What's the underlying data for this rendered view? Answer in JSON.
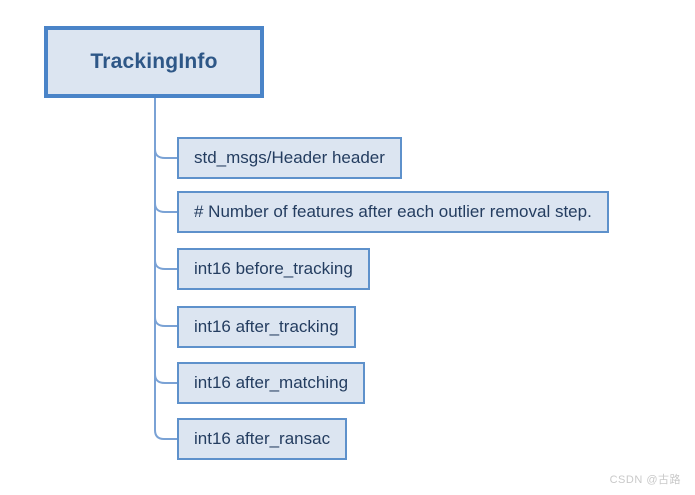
{
  "diagram": {
    "root": {
      "label": "TrackingInfo"
    },
    "children": [
      {
        "label": "std_msgs/Header header"
      },
      {
        "label": "# Number of features after each outlier removal step."
      },
      {
        "label": "int16 before_tracking"
      },
      {
        "label": "int16 after_tracking"
      },
      {
        "label": "int16 after_matching"
      },
      {
        "label": "int16 after_ransac"
      }
    ]
  },
  "watermark": {
    "text": "CSDN @古路"
  },
  "colors": {
    "background": "#ffffff",
    "root-border": "#4a84c8",
    "node-border": "#5e91cb",
    "node-fill": "#dce5f1",
    "root-text": "#2e5787",
    "node-text": "#243d60",
    "connector": "#7aa2d5",
    "watermark": "#c9c9c9"
  }
}
